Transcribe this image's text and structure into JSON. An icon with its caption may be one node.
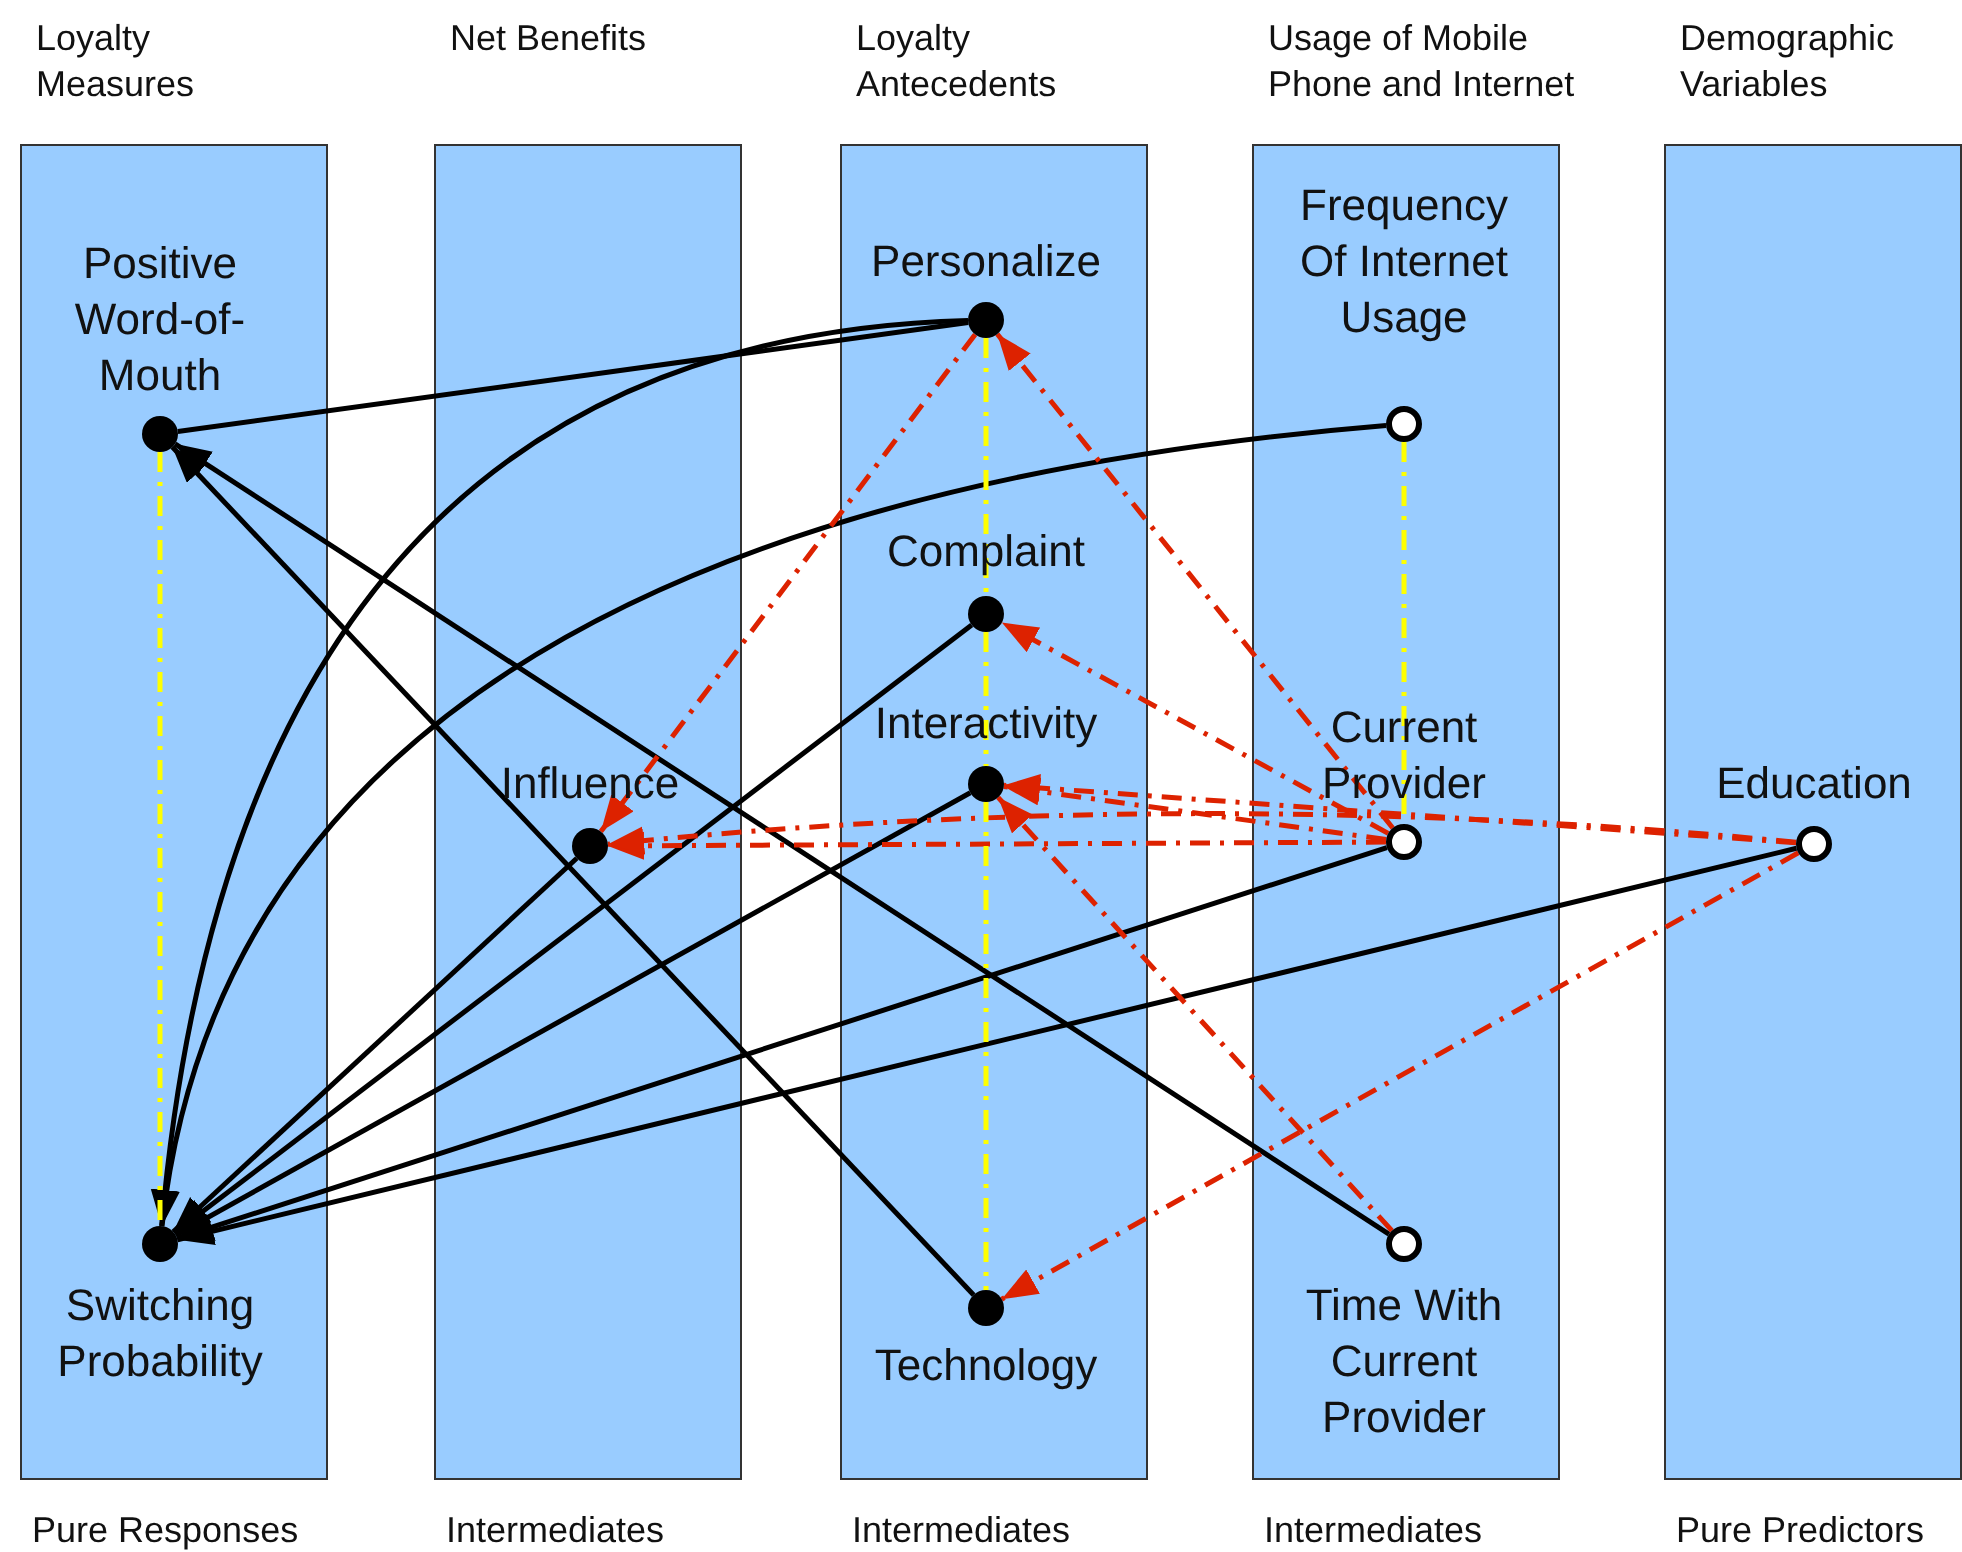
{
  "diagram": {
    "nodes": [
      {
        "text": [
          "Loyalty Measures",
          "Pure Responses"
        ]
      },
      {
        "text": [
          "Net Benefits",
          "Intermediates"
        ]
      },
      {
        "text": [
          "Loyalty Antecedents",
          "Intermediates"
        ]
      },
      {
        "text": [
          "Usage of Mobile Phone and Internet",
          "Intermediates"
        ]
      },
      {
        "text": [
          "Demographic Variables",
          "Pure Predictors"
        ]
      },
      {
        "text": [
          "Positive Word-of-Mouth"
        ],
        "in": 0
      },
      {
        "text": [
          "Switching Probability"
        ],
        "in": 0
      },
      {
        "text": [
          "Influence"
        ],
        "in": 1
      },
      {
        "text": [
          "Personalize"
        ],
        "in": 2
      },
      {
        "text": [
          "Complaint"
        ],
        "in": 2
      },
      {
        "text": [
          "Interactivity"
        ],
        "in": 2
      },
      {
        "text": [
          "Technology"
        ],
        "in": 2
      },
      {
        "text": [
          "Frequency Of Internet Usage"
        ],
        "in": 3
      },
      {
        "text": [
          "Current Provider"
        ],
        "in": 3
      },
      {
        "text": [
          "Time With Current Provider"
        ],
        "in": 3
      },
      {
        "text": [
          "Education"
        ],
        "in": 4
      }
    ],
    "edges": [
      {
        "from": 5,
        "to": 8,
        "arrow": "none"
      },
      {
        "from": 11,
        "to": 5,
        "arrow": "to"
      },
      {
        "from": 14,
        "to": 5,
        "arrow": "to"
      },
      {
        "from": 8,
        "to": 6,
        "arrow": "to"
      },
      {
        "from": 12,
        "to": 6,
        "arrow": "to"
      },
      {
        "from": 7,
        "to": 6,
        "arrow": "to"
      },
      {
        "from": 9,
        "to": 6,
        "arrow": "to"
      },
      {
        "from": 10,
        "to": 6,
        "arrow": "to"
      },
      {
        "from": 13,
        "to": 6,
        "arrow": "to"
      },
      {
        "from": 15,
        "to": 6,
        "arrow": "to"
      },
      {
        "from": 8,
        "to": 7,
        "arrow": "to",
        "style": "dashed",
        "color": "#dd2200"
      },
      {
        "from": 13,
        "to": 8,
        "arrow": "to",
        "style": "dashed",
        "color": "#dd2200"
      },
      {
        "from": 13,
        "to": 9,
        "arrow": "to",
        "style": "dashed",
        "color": "#dd2200"
      },
      {
        "from": 13,
        "to": 10,
        "arrow": "to",
        "style": "dashed",
        "color": "#dd2200"
      },
      {
        "from": 13,
        "to": 7,
        "arrow": "to",
        "style": "dashed",
        "color": "#dd2200"
      },
      {
        "from": 15,
        "to": 10,
        "arrow": "to",
        "style": "dashed",
        "color": "#dd2200"
      },
      {
        "from": 15,
        "to": 7,
        "arrow": "to",
        "style": "dashed",
        "color": "#dd2200"
      },
      {
        "from": 14,
        "to": 10,
        "arrow": "to",
        "style": "dashed",
        "color": "#dd2200"
      },
      {
        "from": 15,
        "to": 11,
        "arrow": "to",
        "style": "dashed",
        "color": "#dd2200"
      },
      {
        "from": 5,
        "to": 6,
        "arrow": "none",
        "style": "dashed",
        "color": "#ffff00"
      },
      {
        "from": 8,
        "to": 9,
        "arrow": "none",
        "style": "dashed",
        "color": "#ffff00"
      },
      {
        "from": 9,
        "to": 10,
        "arrow": "none",
        "style": "dashed",
        "color": "#ffff00"
      },
      {
        "from": 10,
        "to": 11,
        "arrow": "none",
        "style": "dashed",
        "color": "#ffff00"
      },
      {
        "from": 12,
        "to": 13,
        "arrow": "none",
        "style": "dashed",
        "color": "#ffff00"
      }
    ]
  }
}
